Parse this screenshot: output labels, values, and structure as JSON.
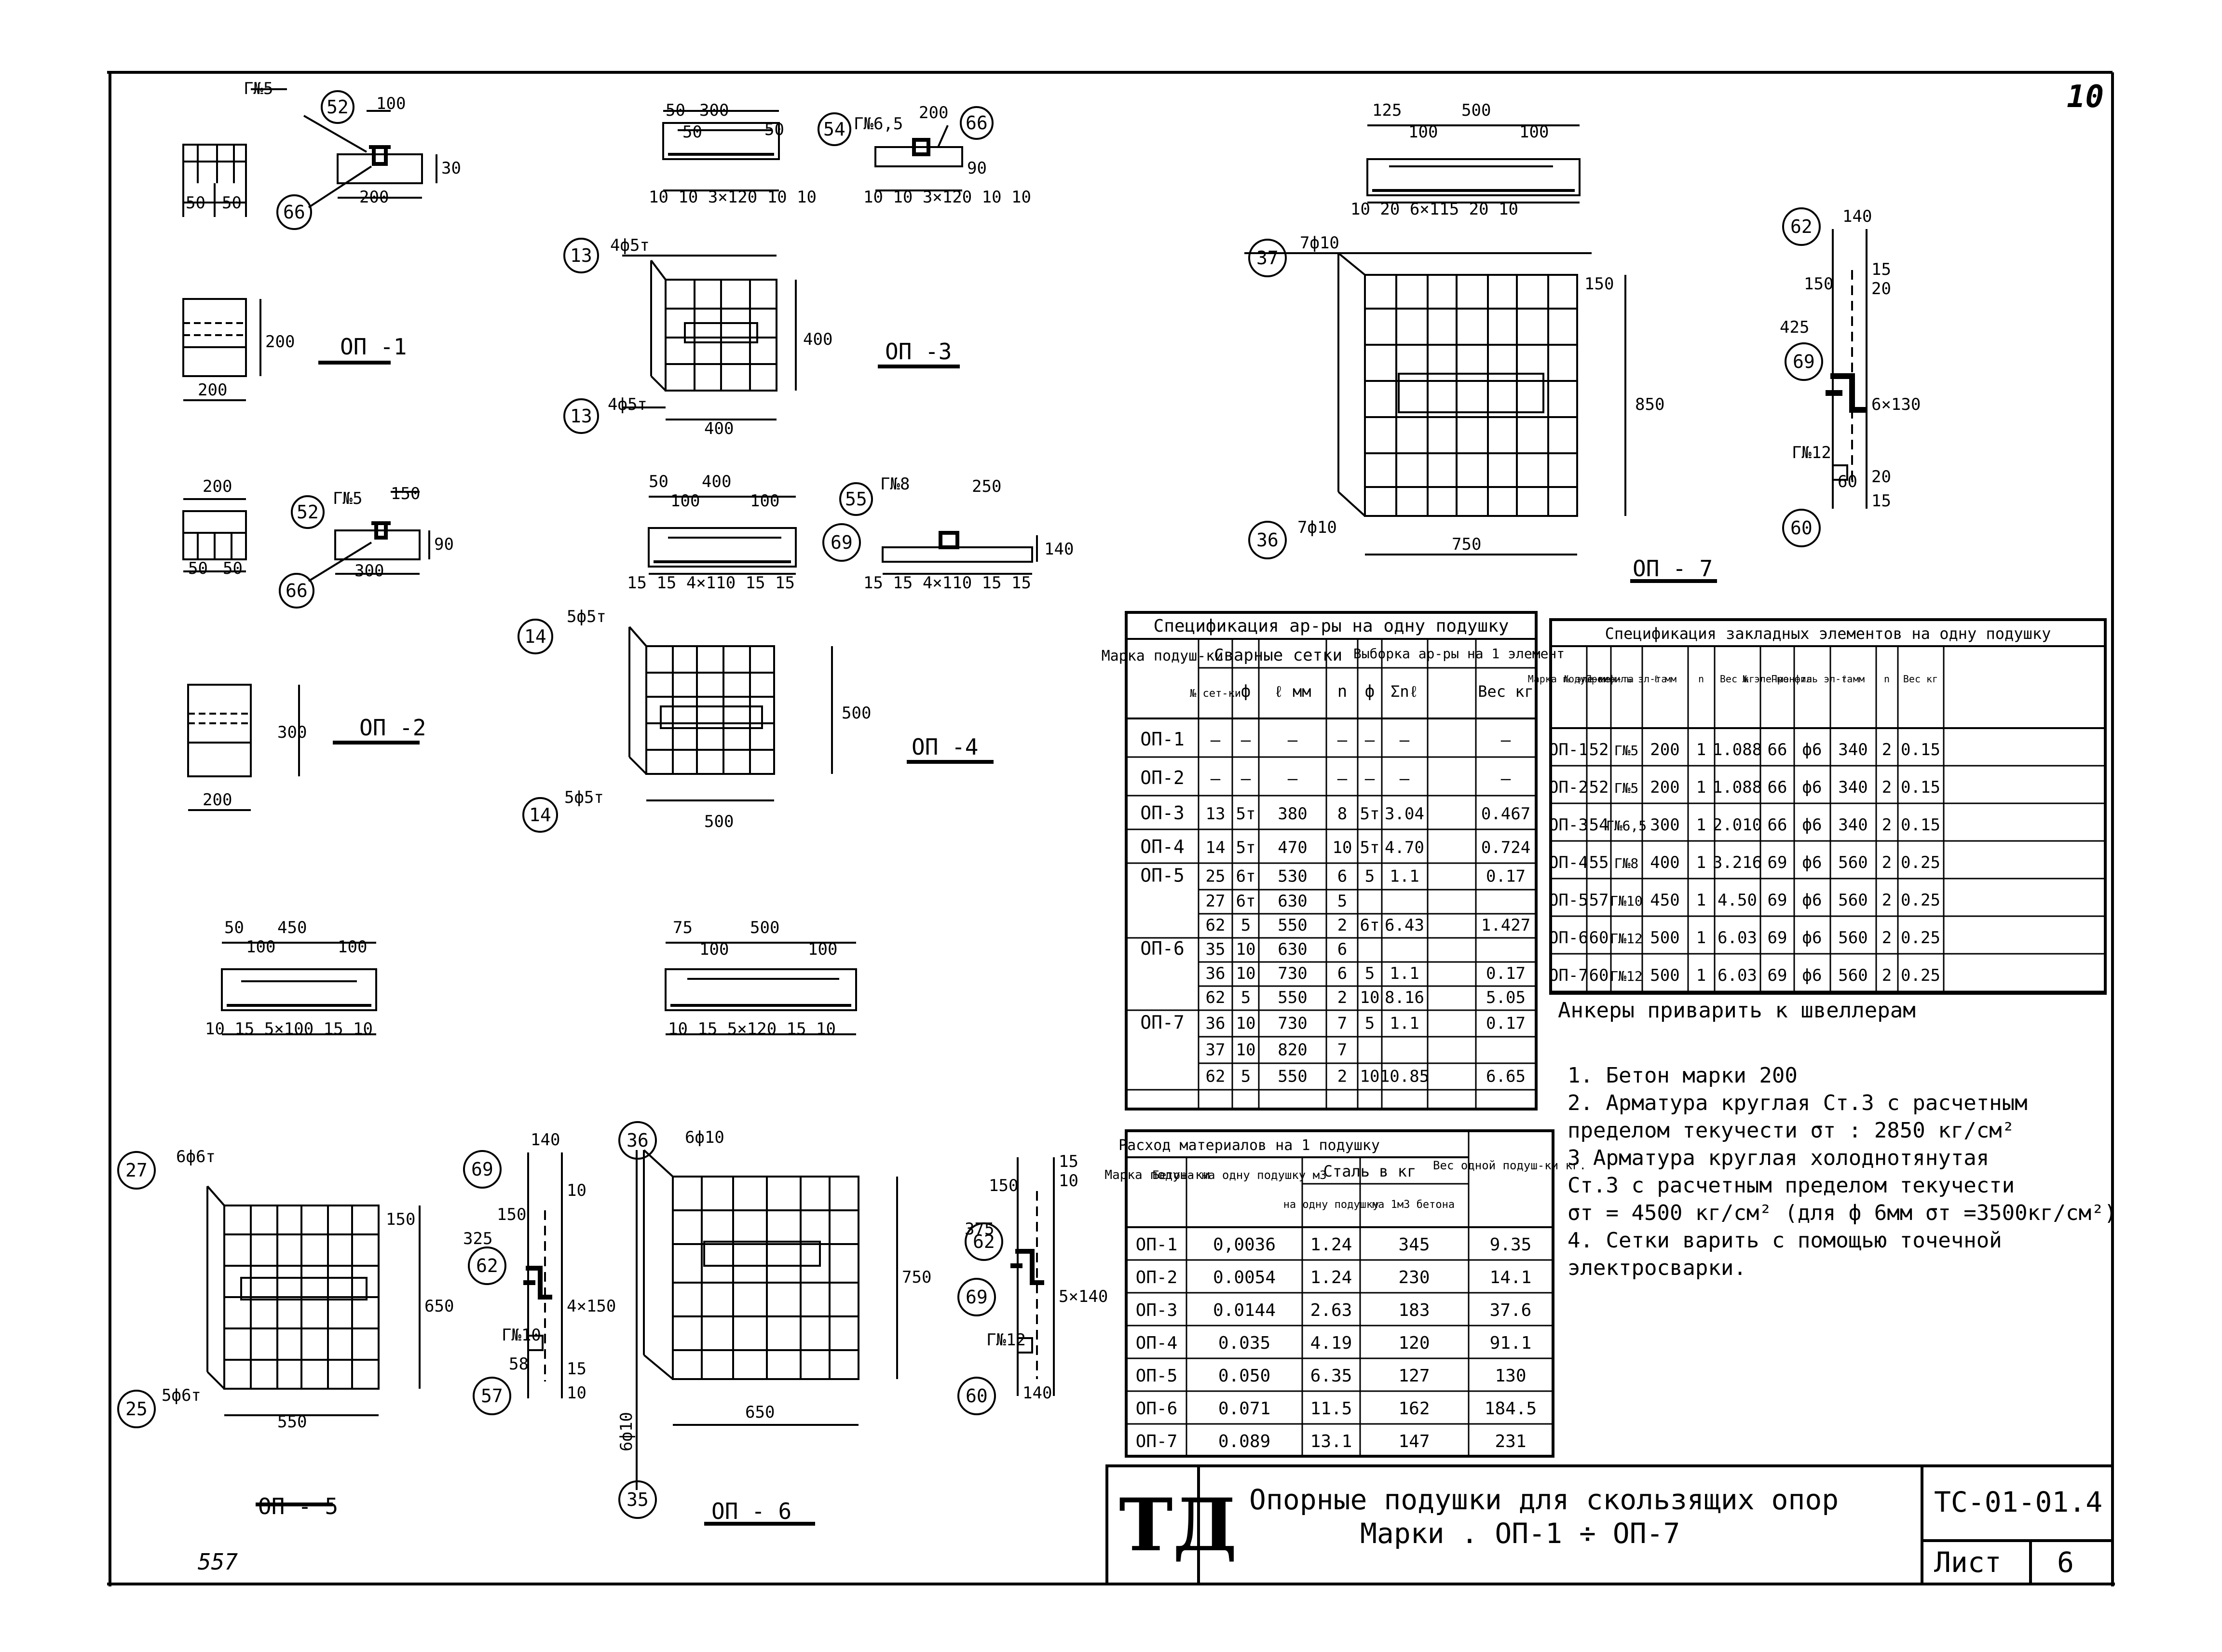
{
  "sheet": {
    "page_number": "10",
    "stamp": "ТД",
    "title_line1": "Опорные подушки для скользящих опор",
    "title_line2": "Марки   . ОП-1 ÷ ОП-7",
    "code": "ТС-01-01.4",
    "list_label": "Лист",
    "list_number": "6",
    "archive_number": "557"
  },
  "drawings": {
    "op1": {
      "label": "ОП -1",
      "ch": "Г№5",
      "p52": "52",
      "p66": "66",
      "d100": "100",
      "d30": "30",
      "d200": "200",
      "d50a": "50",
      "d50b": "50",
      "side": "200",
      "bottom": "200"
    },
    "op2": {
      "label": "ОП -2",
      "ch": "Г№5",
      "p52": "52",
      "p66": "66",
      "d150": "150",
      "d90": "90",
      "d300": "300",
      "top": "200",
      "d50a": "50",
      "d50b": "50",
      "side": "300",
      "bottom": "200"
    },
    "op3": {
      "label": "ОП -3",
      "m13a": "13",
      "m13b": "13",
      "r1": "4ф5т",
      "r2": "4ф5т",
      "d400h": "400",
      "d400w": "400",
      "top50": "50",
      "top300": "300",
      "top50b": "50",
      "top50c": "50",
      "bot": "10 10 3×120 10 10",
      "c54": "54",
      "ch": "Г№6,5",
      "c66": "66",
      "d200": "200",
      "d90": "90",
      "bot2": "10 10 3×120 10 10"
    },
    "op4": {
      "label": "ОП -4",
      "m14a": "14",
      "m14b": "14",
      "r1": "5ф5т",
      "r2": "5ф5т",
      "d500h": "500",
      "d500w": "500",
      "t50": "50",
      "t400": "400",
      "t100a": "100",
      "t100b": "100",
      "bot": "15 15  4×110  15 15",
      "c55": "55",
      "ch": "Г№8",
      "c69": "69",
      "d250": "250",
      "d140": "140",
      "bot2": "15 15  4×110  15 15"
    },
    "op5": {
      "label": "ОП - 5",
      "m27": "27",
      "m25": "25",
      "r1": "6ф6т",
      "r2": "5ф6т",
      "d650": "650",
      "d550": "550",
      "d150": "150",
      "t50": "50",
      "t450": "450",
      "t100a": "100",
      "t100b": "100",
      "bot": "10 15  5×100  15 10",
      "c69": "69",
      "c62": "62",
      "c57": "57",
      "ch": "Г№10",
      "d140": "140",
      "d325": "325",
      "d150b": "150",
      "d10": "10",
      "s": "4×150",
      "d15": "15",
      "d10b": "10",
      "d58": "58"
    },
    "op6": {
      "label": "ОП - 6",
      "m36": "36",
      "m35": "35",
      "r1": "6ф10",
      "r2": "6ф10",
      "d750": "750",
      "d650": "650",
      "t75": "75",
      "t500": "500",
      "t100a": "100",
      "t100b": "100",
      "bot": "10 15  5×120  15 10",
      "c62": "62",
      "c69": "69",
      "c60": "60",
      "ch": "Г№12",
      "d150": "150",
      "d375": "375",
      "d15": "15",
      "d10": "10",
      "s": "5×140",
      "d140": "140"
    },
    "op7": {
      "label": "ОП - 7",
      "m37": "37",
      "m36": "36",
      "r1": "7ф10",
      "r2": "7ф10",
      "d850": "850",
      "d750": "750",
      "d150": "150",
      "t125": "125",
      "t500": "500",
      "t100a": "100",
      "t100b": "100",
      "bot": "10 20   6×115   20 10",
      "c62": "62",
      "c69": "69",
      "c60": "60",
      "ch": "Г№12",
      "d140": "140",
      "d425": "425",
      "d150b": "150",
      "d20": "20",
      "d15": "15",
      "s": "6×130",
      "d20b": "20",
      "d15b": "15",
      "d60": "60"
    }
  },
  "table1": {
    "title": "Спецификация ар-ры на одну подушку",
    "h_mark": "Марка подуш-ки",
    "h_welded": "Сварные сетки",
    "h_select": "Выборка ар-ры на 1 элемент",
    "h_no": "№ сет-ки",
    "h_phi": "ф",
    "h_l": "ℓ мм",
    "h_n": "n",
    "h_phi2": "ф",
    "h_sum": "Σnℓ",
    "h_w": "Вес кг",
    "rows": [
      [
        "ОП-1",
        "–",
        "–",
        "–",
        "–",
        "–",
        "–",
        "–",
        "–"
      ],
      [
        "ОП-2",
        "–",
        "–",
        "–",
        "–",
        "–",
        "–",
        "–",
        "–"
      ],
      [
        "ОП-3",
        "13",
        "5т",
        "380",
        "8",
        "5т",
        "3.04",
        "0.467"
      ],
      [
        "ОП-4",
        "14",
        "5т",
        "470",
        "10",
        "5т",
        "4.70",
        "0.724"
      ],
      [
        "ОП-5",
        "25",
        "6т",
        "530",
        "6",
        "5",
        "1.1",
        "0.17"
      ],
      [
        "",
        "27",
        "6т",
        "630",
        "5"
      ],
      [
        "",
        "62",
        "5",
        "550",
        "2",
        "6т",
        "6.43",
        "1.427"
      ],
      [
        "ОП-6",
        "35",
        "10",
        "630",
        "6"
      ],
      [
        "",
        "36",
        "10",
        "730",
        "6",
        "5",
        "1.1",
        "0.17"
      ],
      [
        "",
        "62",
        "5",
        "550",
        "2",
        "10",
        "8.16",
        "5.05"
      ],
      [
        "ОП-7",
        "36",
        "10",
        "730",
        "7",
        "5",
        "1.1",
        "0.17"
      ],
      [
        "",
        "37",
        "10",
        "820",
        "7"
      ],
      [
        "",
        "62",
        "5",
        "550",
        "2",
        "10",
        "10.85",
        "6.65"
      ]
    ]
  },
  "table2": {
    "title": "Спецификация закладных элементов на одну подушку",
    "h_mark": "Марка подуш-ки",
    "h_no": "№ эле-мен-та",
    "h_prof": "Про-филь эл-та",
    "h_l": "ℓ мм",
    "h_n": "n",
    "h_w": "Вес кг",
    "h_no2": "№ эле-мен-та",
    "h_prof2": "Про-филь эл-та",
    "h_l2": "ℓ мм",
    "h_n2": "n",
    "h_w2": "Вес кг",
    "rows": [
      [
        "ОП-1",
        "52",
        "Г№5",
        "200",
        "1",
        "1.088",
        "66",
        "ф6",
        "340",
        "2",
        "0.15"
      ],
      [
        "ОП-2",
        "52",
        "Г№5",
        "200",
        "1",
        "1.088",
        "66",
        "ф6",
        "340",
        "2",
        "0.15"
      ],
      [
        "ОП-3",
        "54",
        "Г№6,5",
        "300",
        "1",
        "2.010",
        "66",
        "ф6",
        "340",
        "2",
        "0.15"
      ],
      [
        "ОП-4",
        "55",
        "Г№8",
        "400",
        "1",
        "3.216",
        "69",
        "ф6",
        "560",
        "2",
        "0.25"
      ],
      [
        "ОП-5",
        "57",
        "Г№10",
        "450",
        "1",
        "4.50",
        "69",
        "ф6",
        "560",
        "2",
        "0.25"
      ],
      [
        "ОП-6",
        "60",
        "Г№12",
        "500",
        "1",
        "6.03",
        "69",
        "ф6",
        "560",
        "2",
        "0.25"
      ],
      [
        "ОП-7",
        "60",
        "Г№12",
        "500",
        "1",
        "6.03",
        "69",
        "ф6",
        "560",
        "2",
        "0.25"
      ]
    ],
    "note": "Анкеры приварить к швеллерам"
  },
  "table3": {
    "title": "Расход материалов на 1 подушку",
    "h_mark": "Марка подуш-ки",
    "h_concrete": "Бетона на одну подушку м3",
    "h_steel": "Сталь в кг",
    "h_one": "на одну подушку",
    "h_m3": "на 1м3 бетона",
    "h_weight": "Вес одной подуш-ки кг.",
    "rows": [
      [
        "ОП-1",
        "0,0036",
        "1.24",
        "345",
        "9.35"
      ],
      [
        "ОП-2",
        "0.0054",
        "1.24",
        "230",
        "14.1"
      ],
      [
        "ОП-3",
        "0.0144",
        "2.63",
        "183",
        "37.6"
      ],
      [
        "ОП-4",
        "0.035",
        "4.19",
        "120",
        "91.1"
      ],
      [
        "ОП-5",
        "0.050",
        "6.35",
        "127",
        "130"
      ],
      [
        "ОП-6",
        "0.071",
        "11.5",
        "162",
        "184.5"
      ],
      [
        "ОП-7",
        "0.089",
        "13.1",
        "147",
        "231"
      ]
    ]
  },
  "notes": [
    "1. Бетон марки 200",
    "2. Арматура круглая Ст.3 с расчетным",
    "   пределом текучести  σт : 2850 кг/см²",
    "3 Арматура круглая холоднотянутая",
    "   Ст.3 с расчетным пределом текучести",
    "   σт = 4500 кг/см² (для ф 6мм σт =3500кг/см²)",
    "4. Сетки варить с помощью точечной",
    "   электросварки."
  ]
}
